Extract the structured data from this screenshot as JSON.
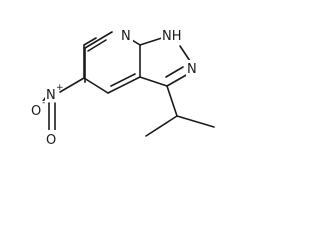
{
  "molecule": {
    "atoms": {
      "ring_n7": "N",
      "ring_nh": "NH",
      "ring_n2": "N",
      "nitro_n": "N",
      "nitro_o_top": "O",
      "nitro_o_bottom": "O"
    },
    "charges": {
      "nitro_n": "+",
      "nitro_o_top": "-"
    }
  }
}
